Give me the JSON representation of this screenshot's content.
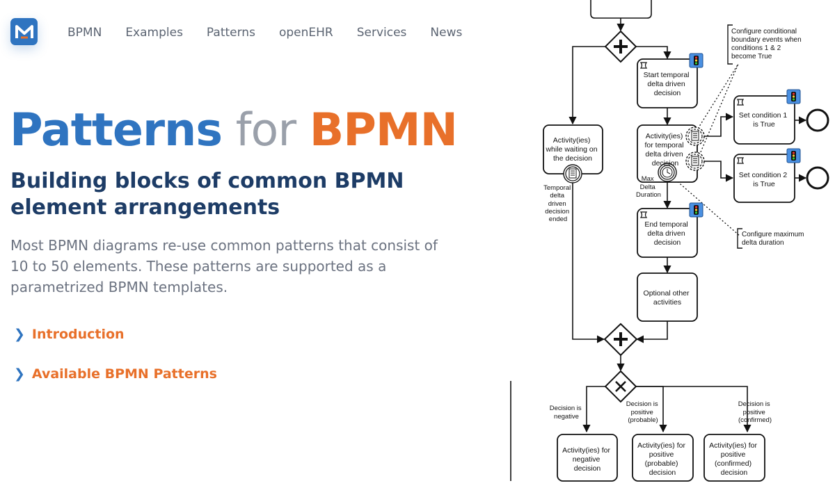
{
  "nav": {
    "items": [
      "BPMN",
      "Examples",
      "Patterns",
      "openEHR",
      "Services",
      "News"
    ]
  },
  "hero": {
    "title_part1": "Patterns",
    "title_part2": " for ",
    "title_part3": "BPMN",
    "subtitle": "Building blocks of common BPMN element arrangements",
    "description": "Most BPMN diagrams re-use common patterns that consist of 10 to 50 elements. These patterns are supported as a parametrized BPMN templates."
  },
  "links": {
    "introduction": "Introduction",
    "available_patterns": "Available BPMN Patterns"
  },
  "diagram": {
    "start_task": [
      "Start temporal",
      "delta driven",
      "decision"
    ],
    "waiting_task": [
      "Activity(ies)",
      "while waiting on",
      "the decision"
    ],
    "temporal_task": [
      "Activity(ies)",
      "for temporal",
      "delta driven",
      "decision"
    ],
    "cond1_task": [
      "Set condition 1",
      "is True"
    ],
    "cond2_task": [
      "Set condition 2",
      "is True"
    ],
    "end_task": [
      "End temporal",
      "delta driven",
      "decision"
    ],
    "optional_task": [
      "Optional other",
      "activities"
    ],
    "neg_task": [
      "Activity(ies) for",
      "negative",
      "decision"
    ],
    "prob_task": [
      "Activity(ies) for",
      "positive",
      "(probable)",
      "decision"
    ],
    "conf_task": [
      "Activity(ies) for",
      "positive",
      "(confirmed)",
      "decision"
    ],
    "annotation_boundary": [
      "Configure conditional",
      "boundary events when",
      "conditions 1 & 2",
      "become True"
    ],
    "annotation_max": [
      "Configure maximum",
      "delta duration"
    ],
    "label_ended": [
      "Temporal",
      "delta",
      "driven",
      "decision",
      "ended"
    ],
    "label_max": [
      "Max",
      "Delta",
      "Duration"
    ],
    "label_negative": [
      "Decision is",
      "negative"
    ],
    "label_probable": [
      "Decision is",
      "positive",
      "(probable)"
    ],
    "label_confirmed": [
      "Decision is",
      "positive",
      "(confirmed)"
    ]
  },
  "colors": {
    "brand_blue": "#2f74c0",
    "brand_orange": "#e8702a",
    "title_gray": "#9aa0aa",
    "subtitle_navy": "#1d3c66",
    "desc_gray": "#6b7280",
    "marker_blue": "#4a90e2"
  }
}
